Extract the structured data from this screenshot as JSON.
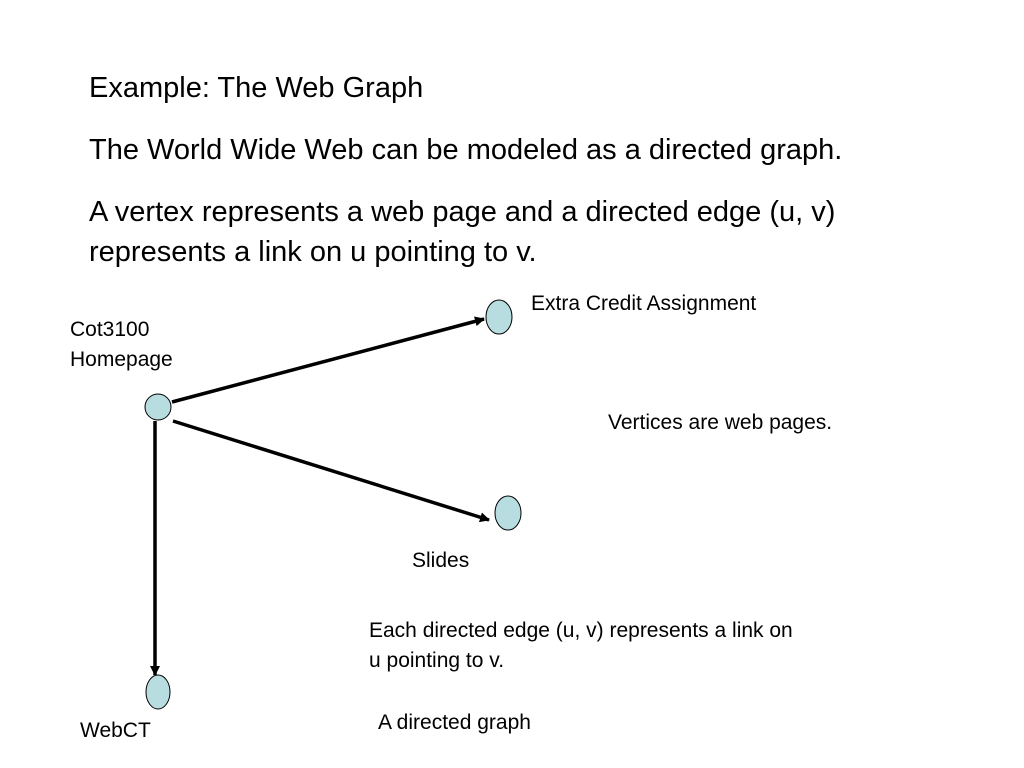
{
  "slide": {
    "title": "Example: The Web Graph",
    "sentence_1": "The World Wide Web can be modeled as a directed graph.",
    "sentence_2_line_1": "A vertex represents a web page and a directed edge (u, v)",
    "sentence_2_line_2": "represents a link on u pointing to v."
  },
  "graph": {
    "vertices": [
      {
        "id": "cot3100",
        "label_lines": [
          "Cot3100",
          "Homepage"
        ]
      },
      {
        "id": "extra_credit",
        "label": "Extra Credit Assignment"
      },
      {
        "id": "slides",
        "label": "Slides"
      },
      {
        "id": "webct",
        "label": "WebCT"
      }
    ],
    "edges": [
      {
        "from": "cot3100",
        "to": "extra_credit"
      },
      {
        "from": "cot3100",
        "to": "slides"
      },
      {
        "from": "cot3100",
        "to": "webct"
      }
    ],
    "vertex_fill": "#b7dde0",
    "vertex_stroke": "#000000",
    "edge_color": "#000000"
  },
  "notes": {
    "vertices": "Vertices are web pages.",
    "edges_line_1": "Each directed edge (u, v) represents a link on",
    "edges_line_2": "u pointing to v.",
    "caption": "A directed graph"
  }
}
